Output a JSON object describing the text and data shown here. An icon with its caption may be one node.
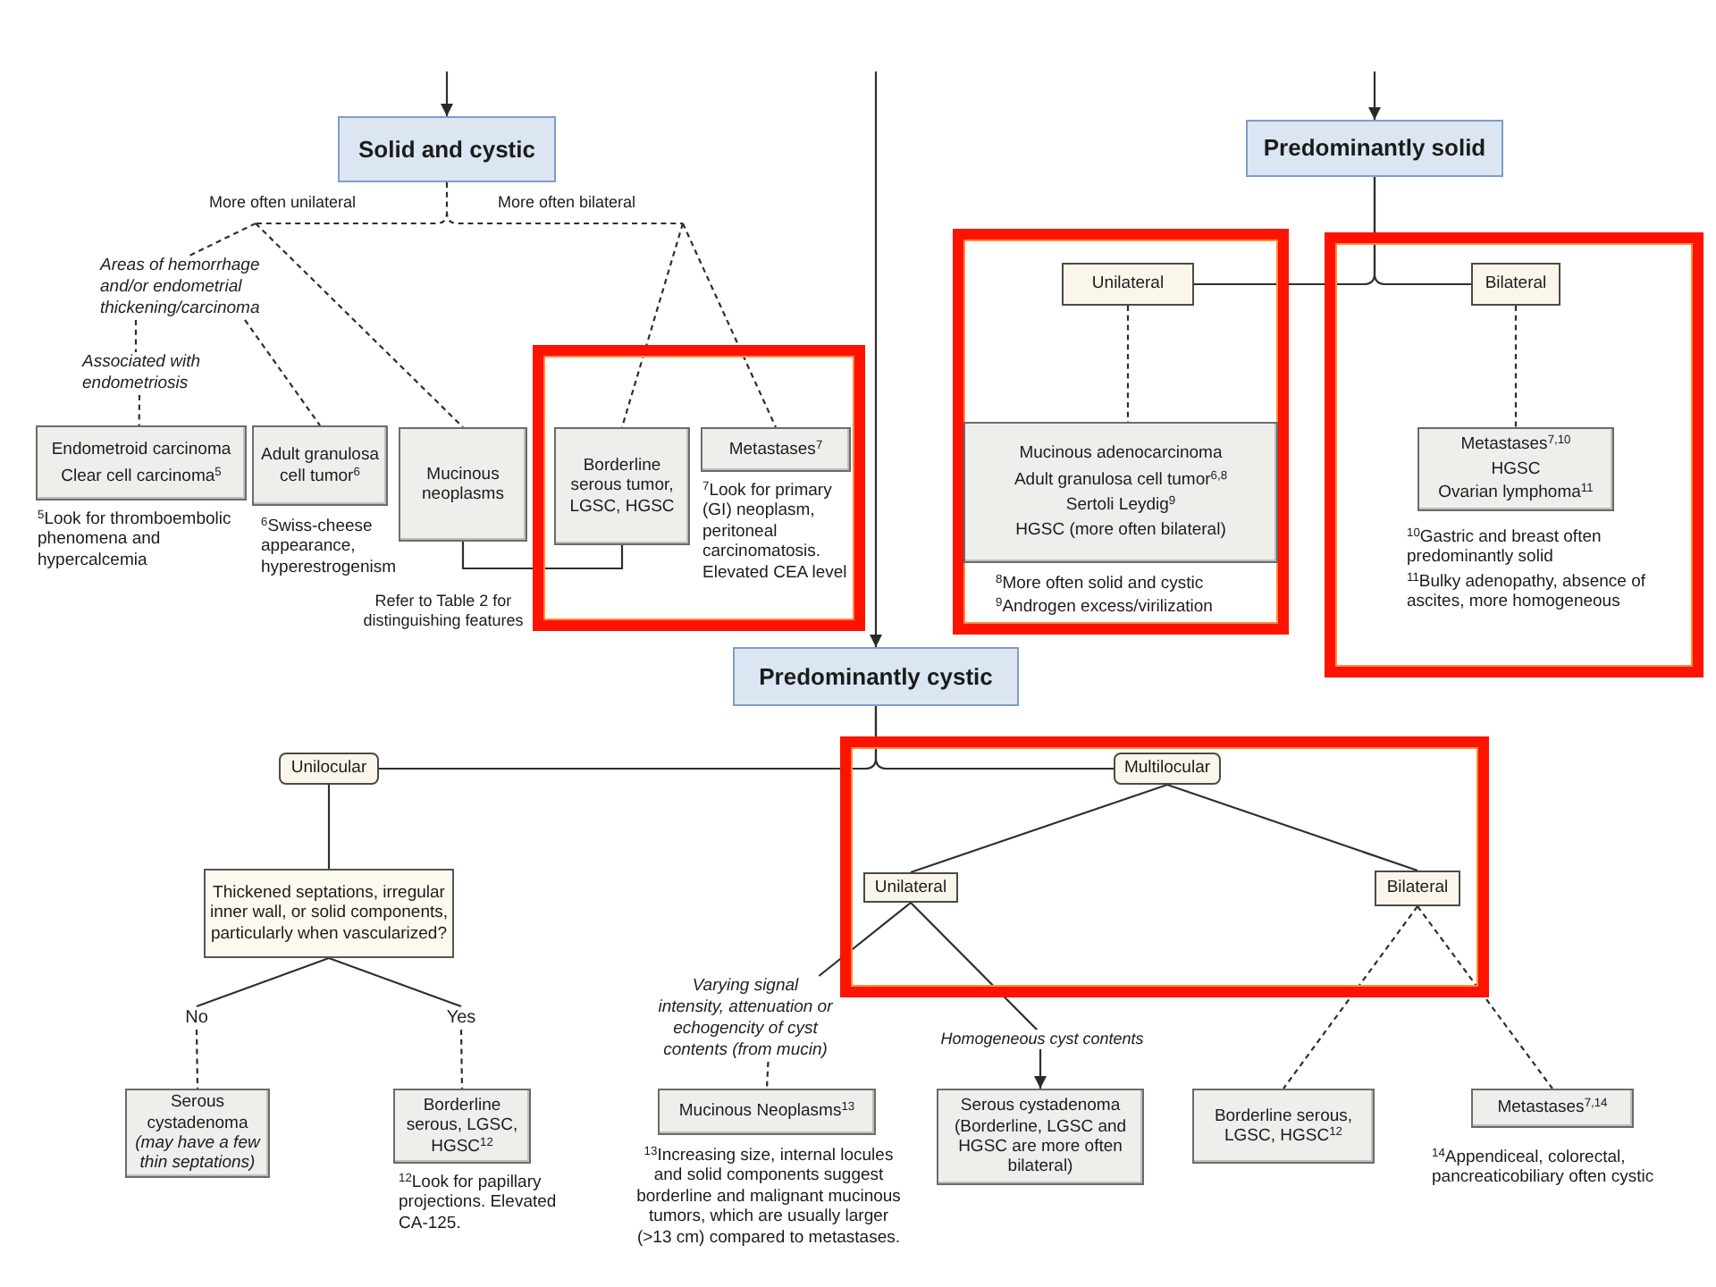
{
  "diagram": {
    "nodes": [
      {
        "text": [
          "Solid and cystic"
        ]
      },
      {
        "text": [
          "Areas of hemorrhage and/or endometrial thickening/carcinoma"
        ]
      },
      {
        "text": [
          "Associated with endometriosis"
        ]
      },
      {
        "text": [
          "Endometroid carcinoma",
          "Clear cell carcinoma$^{5}$"
        ],
        "beside": [
          "$^{5}$Look for thromboembolic phenomena and hypercalcemia"
        ]
      },
      {
        "text": [
          "Adult granulosa cell tumor$^{6}$"
        ],
        "beside": [
          "$^{6}$Swiss-cheese appearance, hyperestrogenism"
        ]
      },
      {
        "text": [
          "Mucinous neoplasms"
        ]
      },
      {
        "text": [],
        "shape": "box"
      },
      {
        "text": [
          "Borderline serous tumor, LGSC, HGSC"
        ],
        "in": 6
      },
      {
        "text": [
          "Metastases$^{7}$"
        ],
        "in": 6,
        "beside": [
          "$^{7}$Look for primary (GI) neoplasm, peritoneal carcinomatosis. Elevated CEA level"
        ]
      },
      {
        "text": [
          "Predominantly solid"
        ]
      },
      {
        "text": [],
        "shape": "box"
      },
      {
        "text": [
          "Unilateral"
        ],
        "in": 10
      },
      {
        "text": [
          "Mucinous adenocarcinoma",
          "Adult granulosa cell tumor$^{6,8}$",
          "Sertoli Leydig$^{9}$",
          "HGSC (more often bilateral)"
        ],
        "in": 10,
        "beside": [
          "$^{8}$More often solid and cystic",
          "$^{9}$Androgen excess/virilization"
        ]
      },
      {
        "text": [],
        "shape": "box"
      },
      {
        "text": [
          "Bilateral"
        ],
        "in": 13
      },
      {
        "text": [
          "Metastases$^{7,10}$",
          "HGSC",
          "Ovarian lymphoma$^{11}$"
        ],
        "in": 13,
        "beside": [
          "$^{10}$Gastric and breast often predominantly solid",
          "$^{11}$Bulky adenopathy, absence of ascites, more homogeneous"
        ]
      },
      {
        "text": [
          "Predominantly cystic"
        ]
      },
      {
        "text": [
          "Unilocular"
        ]
      },
      {
        "text": [
          "Thickened septations, irregular inner wall, or solid components, particularly when vascularized?"
        ]
      },
      {
        "text": [
          "No"
        ]
      },
      {
        "text": [
          "Yes"
        ]
      },
      {
        "text": [
          "Serous cystadenoma",
          "(may have a few thin septations)"
        ]
      },
      {
        "text": [
          "Borderline serous, LGSC, HGSC$^{12}$"
        ],
        "beside": [
          "$^{12}$Look for papillary projections. Elevated CA-125."
        ]
      },
      {
        "text": [],
        "shape": "box"
      },
      {
        "text": [
          "Multilocular"
        ],
        "in": 23
      },
      {
        "text": [
          "Unilateral"
        ],
        "in": 23
      },
      {
        "text": [
          "Bilateral"
        ],
        "in": 23
      },
      {
        "text": [
          "Varying signal intensity, attenuation or echogencity of cyst contents (from mucin)"
        ]
      },
      {
        "text": [
          "Mucinous Neoplasms$^{13}$"
        ],
        "beside": [
          "$^{13}$Increasing size, internal locules and solid components suggest borderline and malignant mucinous tumors, which are usually larger (>13 cm) compared to metastases."
        ]
      },
      {
        "text": [
          "Serous cystadenoma",
          "(Borderline, LGSC and HGSC are more often bilateral)"
        ]
      },
      {
        "text": [
          "Borderline serous, LGSC, HGSC$^{12}$"
        ]
      },
      {
        "text": [
          "Metastases$^{7,14}$"
        ],
        "beside": [
          "$^{14}$Appendiceal, colorectal, pancreaticobiliary often cystic"
        ]
      }
    ],
    "edges": [
      {
        "from": null,
        "to": 0,
        "arrow": "to"
      },
      {
        "from": null,
        "to": 9,
        "arrow": "to"
      },
      {
        "from": null,
        "to": 16,
        "arrow": "to"
      },
      {
        "from": 0,
        "to": 1,
        "arrow": "none",
        "style": "dashed",
        "label": "More often unilateral"
      },
      {
        "from": 0,
        "to": 5,
        "arrow": "none",
        "style": "dashed"
      },
      {
        "from": 0,
        "to": 7,
        "arrow": "none",
        "style": "dashed",
        "label": "More often bilateral"
      },
      {
        "from": 0,
        "to": 8,
        "arrow": "none",
        "style": "dashed"
      },
      {
        "from": 1,
        "to": 2,
        "arrow": "none",
        "style": "dashed"
      },
      {
        "from": 2,
        "to": 3,
        "arrow": "none",
        "style": "dashed"
      },
      {
        "from": 1,
        "to": 4,
        "arrow": "none",
        "style": "dashed"
      },
      {
        "from": 5,
        "to": 7,
        "arrow": "none",
        "label": "Refer to Table 2 for distinguishing features"
      },
      {
        "from": 9,
        "to": 11,
        "arrow": "none"
      },
      {
        "from": 9,
        "to": 14,
        "arrow": "none"
      },
      {
        "from": 11,
        "to": 12,
        "arrow": "none",
        "style": "dashed"
      },
      {
        "from": 14,
        "to": 15,
        "arrow": "none",
        "style": "dashed"
      },
      {
        "from": 16,
        "to": 17,
        "arrow": "none"
      },
      {
        "from": 16,
        "to": 24,
        "arrow": "none"
      },
      {
        "from": 17,
        "to": 18,
        "arrow": "none"
      },
      {
        "from": 18,
        "to": 19,
        "arrow": "none"
      },
      {
        "from": 18,
        "to": 20,
        "arrow": "none"
      },
      {
        "from": 19,
        "to": 21,
        "arrow": "none",
        "style": "dashed"
      },
      {
        "from": 20,
        "to": 22,
        "arrow": "none",
        "style": "dashed"
      },
      {
        "from": 24,
        "to": 25,
        "arrow": "none"
      },
      {
        "from": 24,
        "to": 26,
        "arrow": "none"
      },
      {
        "from": 25,
        "to": 27,
        "arrow": "none"
      },
      {
        "from": 27,
        "to": 28,
        "arrow": "none",
        "style": "dashed"
      },
      {
        "from": 25,
        "to": 29,
        "arrow": "to",
        "label": "Homogeneous cyst contents"
      },
      {
        "from": 26,
        "to": 30,
        "arrow": "none",
        "style": "dashed"
      },
      {
        "from": 26,
        "to": 31,
        "arrow": "none",
        "style": "dashed"
      }
    ]
  }
}
